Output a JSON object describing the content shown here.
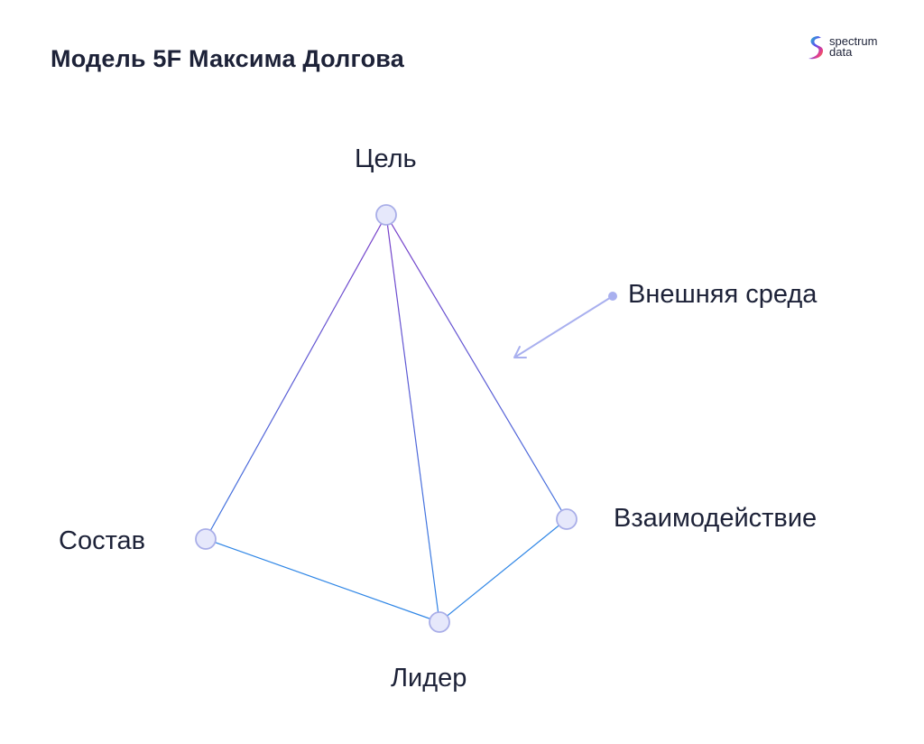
{
  "title": "Модель 5F Максима Долгова",
  "logo": {
    "line1": "spectrum",
    "line2": "data"
  },
  "nodes": {
    "goal": "Цель",
    "composition": "Состав",
    "leader": "Лидер",
    "interaction": "Взаимодействие"
  },
  "pointer_label": "Внешняя среда",
  "colors": {
    "text": "#1d2238",
    "edge_top": "#7b3fc9",
    "edge_bottom": "#2f86e6",
    "node_fill": "#e6e8fb",
    "node_stroke": "#a9aee8",
    "arrow": "#a9b0ef"
  }
}
